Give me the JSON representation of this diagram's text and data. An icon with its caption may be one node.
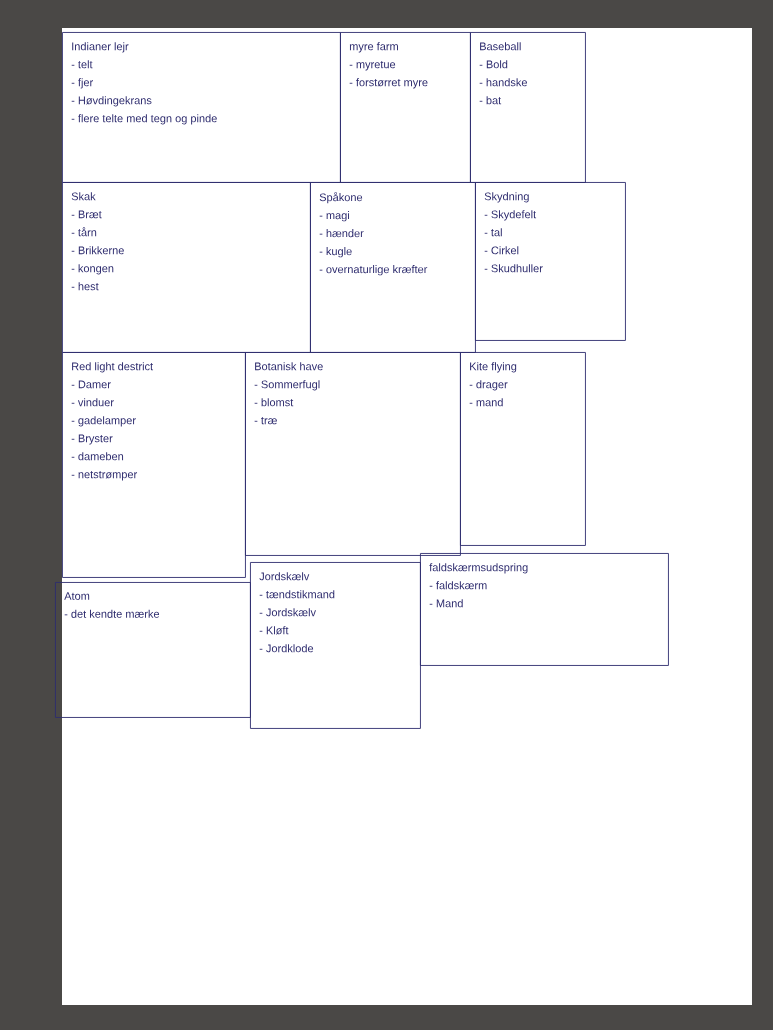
{
  "diagram": {
    "nodes": [
      {
        "text": [
          "Indianer lejr",
          "- telt",
          "- fjer",
          "- Høvdingekrans",
          "- flere telte med tegn og pinde"
        ]
      },
      {
        "text": [
          "myre farm",
          "- myretue",
          "- forstørret myre"
        ]
      },
      {
        "text": [
          "Baseball",
          "- Bold",
          "- handske",
          "- bat"
        ]
      },
      {
        "text": [
          "Skak",
          "- Bræt",
          "- tårn",
          "- Brikkerne",
          "- kongen",
          "- hest"
        ]
      },
      {
        "text": [
          "Spåkone",
          "- magi",
          "- hænder",
          "- kugle",
          "- overnaturlige kræfter"
        ]
      },
      {
        "text": [
          "Skydning",
          "- Skydefelt",
          "- tal",
          "- Cirkel",
          "- Skudhuller"
        ]
      },
      {
        "text": [
          "Red light destrict",
          "- Damer",
          "- vinduer",
          "- gadelamper",
          "- Bryster",
          "- dameben",
          "- netstrømper"
        ]
      },
      {
        "text": [
          "Botanisk have",
          "- Sommerfugl",
          "- blomst",
          "- træ"
        ]
      },
      {
        "text": [
          "Kite flying",
          "- drager",
          "- mand"
        ]
      },
      {
        "text": [
          "Atom",
          "- det kendte mærke"
        ]
      },
      {
        "text": [
          "Jordskælv",
          "- tændstikmand",
          "- Jordskælv",
          "- Kløft",
          "- Jordklode"
        ]
      },
      {
        "text": [
          "faldskærmsudspring",
          "- faldskærm",
          "- Mand"
        ]
      }
    ]
  }
}
